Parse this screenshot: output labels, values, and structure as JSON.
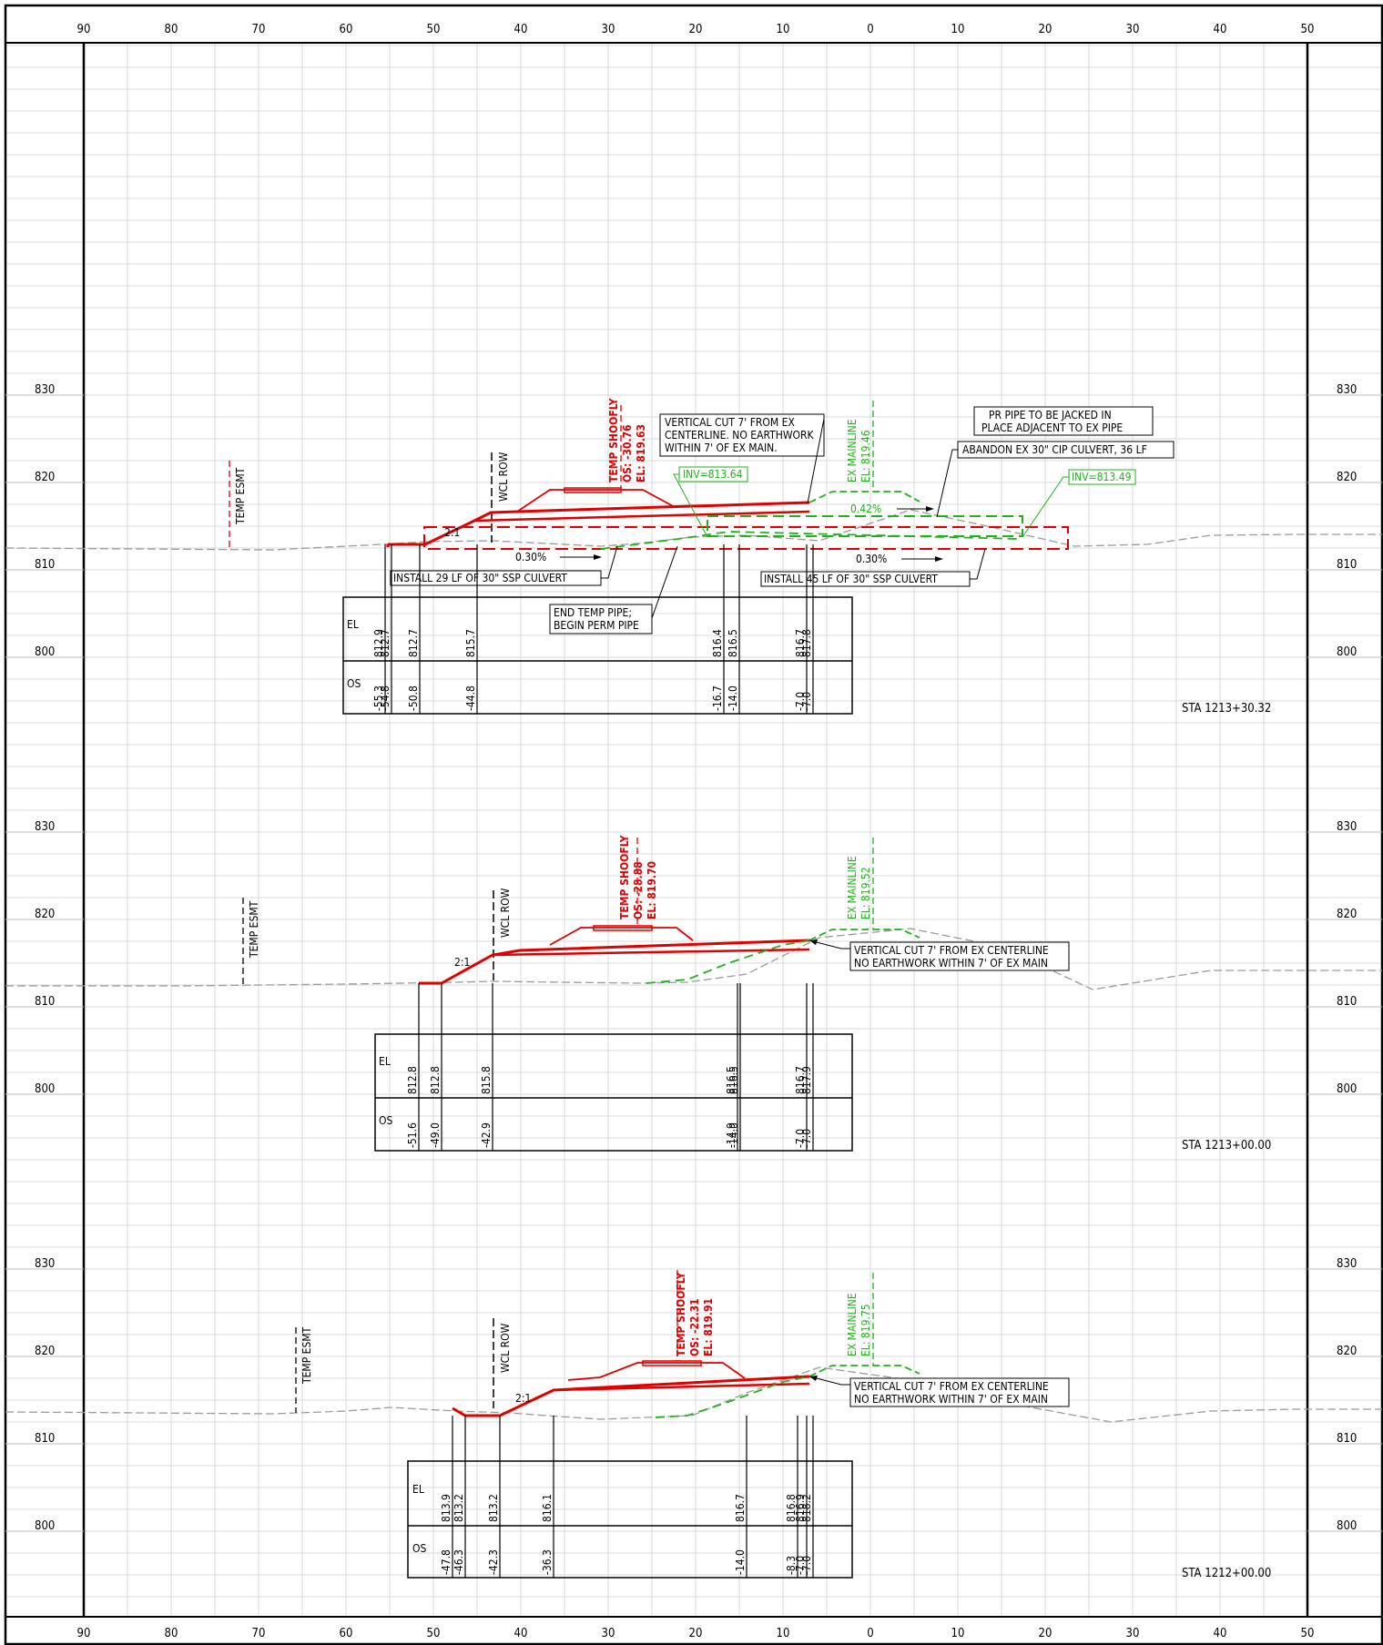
{
  "sheet": {
    "axis": {
      "ticks": [
        "90",
        "80",
        "70",
        "60",
        "50",
        "40",
        "30",
        "20",
        "10",
        "0",
        "10",
        "20",
        "30",
        "40",
        "50"
      ]
    },
    "elevation_labels": [
      "830",
      "820",
      "810",
      "800"
    ]
  },
  "sections": [
    {
      "station": "STA 1213+30.32",
      "temp_esmt": "TEMP ESMT",
      "wcl_row": "WCL ROW",
      "slope": "2:1",
      "shoofly": {
        "title": "TEMP SHOOFLY",
        "os": "OS: -30.76",
        "el": "EL: 819.63"
      },
      "mainline": {
        "title": "EX MAINLINE",
        "el": "EL: 819.46"
      },
      "notes": {
        "vertical_cut": [
          "VERTICAL CUT 7' FROM EX",
          "CENTERLINE. NO EARTHWORK",
          "WITHIN 7' OF EX MAIN."
        ],
        "pr_pipe": [
          "PR PIPE TO BE JACKED IN",
          "PLACE ADJACENT TO EX PIPE"
        ],
        "abandon": "ABANDON EX 30\" CIP CULVERT, 36 LF",
        "inv_left": "INV=813.64",
        "inv_right": "INV=813.49",
        "grade_mid": "0.42%",
        "grade_left": "0.30%",
        "grade_right": "0.30%",
        "install_left": "INSTALL 29 LF OF 30\" SSP CULVERT",
        "install_right": "INSTALL 45 LF OF 30\" SSP CULVERT",
        "end_temp": [
          "END TEMP PIPE;",
          "BEGIN PERM PIPE"
        ]
      },
      "table": {
        "el_label": "EL",
        "os_label": "OS",
        "columns": [
          {
            "el": "812.9",
            "os": "-55.3"
          },
          {
            "el": "812.7",
            "os": "-54.8"
          },
          {
            "el": "812.7",
            "os": "-50.8"
          },
          {
            "el": "815.7",
            "os": "-44.8"
          },
          {
            "el": "816.4",
            "os": "-16.7"
          },
          {
            "el": "816.5",
            "os": "-14.0"
          },
          {
            "el": "816.7",
            "os": "-7.0"
          },
          {
            "el": "817.8",
            "os": "-7.0"
          }
        ]
      }
    },
    {
      "station": "STA 1213+00.00",
      "temp_esmt": "TEMP ESMT",
      "wcl_row": "WCL ROW",
      "slope": "2:1",
      "shoofly": {
        "title": "TEMP SHOOFLY",
        "os": "OS: -28.88",
        "el": "EL: 819.70"
      },
      "mainline": {
        "title": "EX MAINLINE",
        "el": "EL: 819.52"
      },
      "notes": {
        "vertical_cut": [
          "VERTICAL CUT 7' FROM EX CENTERLINE",
          "NO EARTHWORK WITHIN 7' OF EX MAIN"
        ]
      },
      "table": {
        "el_label": "EL",
        "os_label": "OS",
        "columns": [
          {
            "el": "812.8",
            "os": "-51.6"
          },
          {
            "el": "812.8",
            "os": "-49.0"
          },
          {
            "el": "815.8",
            "os": "-42.9"
          },
          {
            "el": "816.5",
            "os": "-14.9"
          },
          {
            "el": "816.5",
            "os": "-14.0"
          },
          {
            "el": "816.7",
            "os": "-7.0"
          },
          {
            "el": "817.9",
            "os": "-7.0"
          }
        ]
      }
    },
    {
      "station": "STA 1212+00.00",
      "temp_esmt": "TEMP ESMT",
      "wcl_row": "WCL ROW",
      "slope": "2:1",
      "shoofly": {
        "title": "TEMP SHOOFLY",
        "os": "OS: -22.31",
        "el": "EL: 819.91"
      },
      "mainline": {
        "title": "EX MAINLINE",
        "el": "EL: 819.75"
      },
      "notes": {
        "vertical_cut": [
          "VERTICAL CUT 7' FROM EX CENTERLINE",
          "NO EARTHWORK WITHIN 7' OF EX MAIN"
        ]
      },
      "table": {
        "el_label": "EL",
        "os_label": "OS",
        "columns": [
          {
            "el": "813.9",
            "os": "-47.8"
          },
          {
            "el": "813.2",
            "os": "-46.3"
          },
          {
            "el": "813.2",
            "os": "-42.3"
          },
          {
            "el": "816.1",
            "os": "-36.3"
          },
          {
            "el": "816.7",
            "os": "-14.0"
          },
          {
            "el": "816.8",
            "os": "-8.3"
          },
          {
            "el": "816.9",
            "os": "-7.0"
          },
          {
            "el": "818.2",
            "os": "-7.0"
          }
        ]
      }
    }
  ],
  "colors": {
    "proposed": "#e00000",
    "existing": "#22b11e",
    "ground": "#9a9a9a",
    "grid": "#d9d9d9"
  }
}
